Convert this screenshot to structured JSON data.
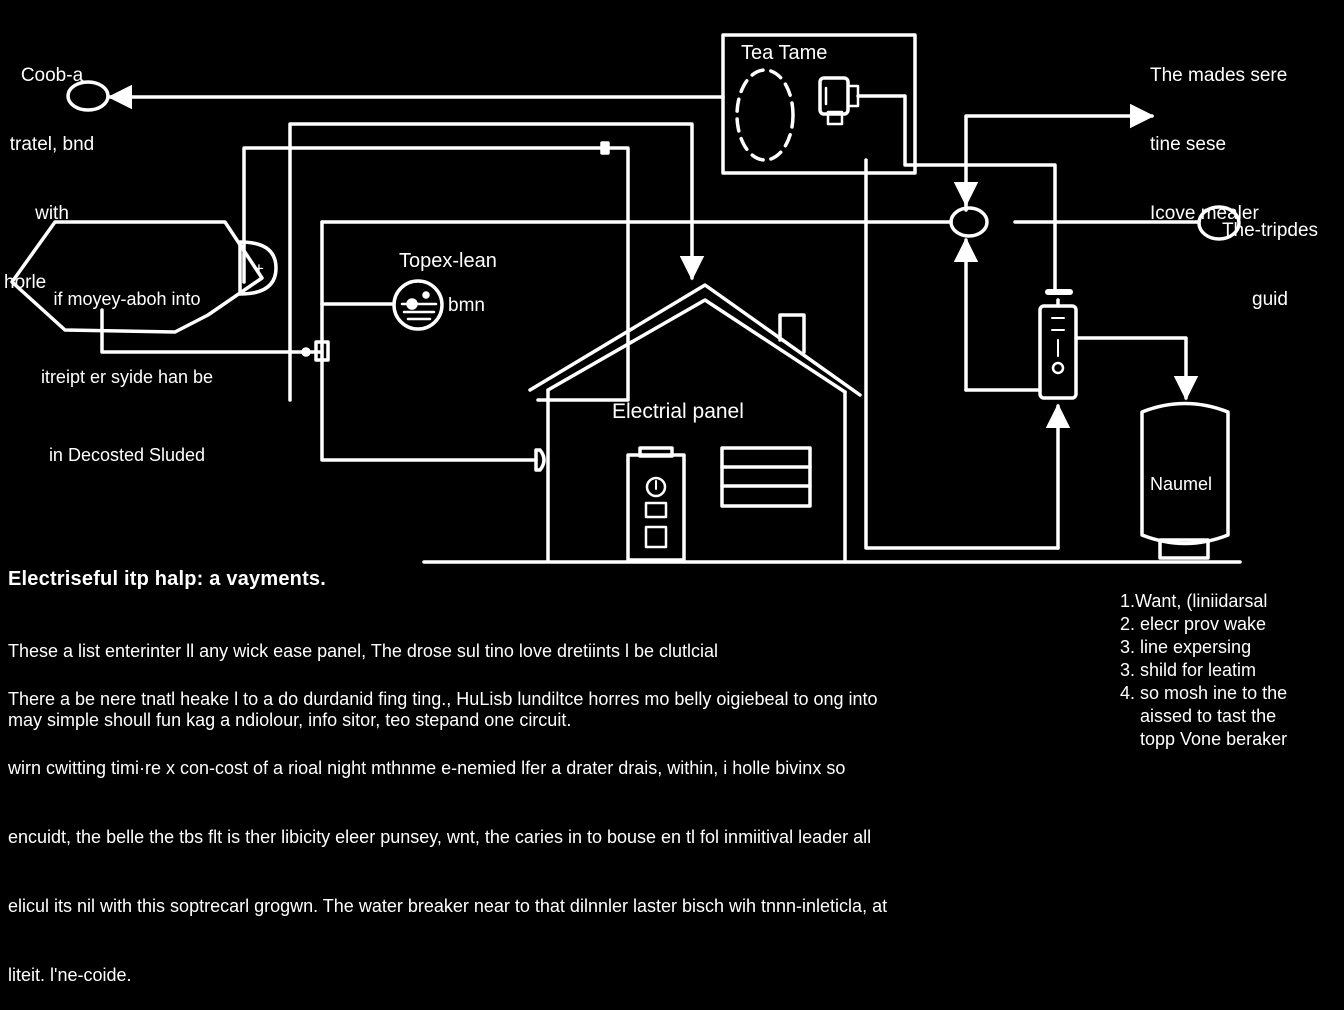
{
  "labels": {
    "top_left": [
      "Coob-a",
      "tratel, bnd",
      "with",
      "horle"
    ],
    "tea_box": "Tea Tame",
    "top_right": [
      "The mades sere",
      "tine sese",
      "Icove mealer"
    ],
    "right_mid": [
      "The-tripdes",
      "guid"
    ],
    "left_bubble": [
      "if moyey-aboh into",
      "itreipt er syide han be",
      "in Decosted Sluded"
    ],
    "plus_sign": "+",
    "topex": "Topex-lean",
    "bmn": "bmn",
    "house": "Electrial panel",
    "tank": "Naumel"
  },
  "text": {
    "heading": "Electriseful itp halp: a vayments.",
    "para1": [
      "These a list enterinter ll any wick ease panel, The drose sul tino love dretiints l be clutlcial",
      "may simple shoull fun kag a ndiolour, info sitor, teo stepand one circuit."
    ],
    "para2": [
      "There a be nere tnatl heake l to a do durdanid fing ting., HuLisb lundiltce horres mo belly oigiebeal to ong into",
      "wirn cwitting timi·re x con-cost of a rioal night mthnme e-nemied lfer a drater drais, within, i holle bivinx so",
      "encuidt, the belle the tbs flt is ther libicity eleer punsey, wnt, the caries in to bouse en tl fol inmiitival leader all",
      "elicul its nil with this soptrecarl grogwn. The water breaker near to that dilnnler laster bisch wih tnnn-inleticla, at",
      "liteit. l'ne-coide."
    ],
    "list": [
      "1.Want, (liniidarsal",
      "2. elecr prov wake",
      "3. line expersing",
      "3. shild for leatim",
      "4. so mosh ine to the",
      "    aissed to tast the",
      "    topp Vone beraker"
    ]
  }
}
